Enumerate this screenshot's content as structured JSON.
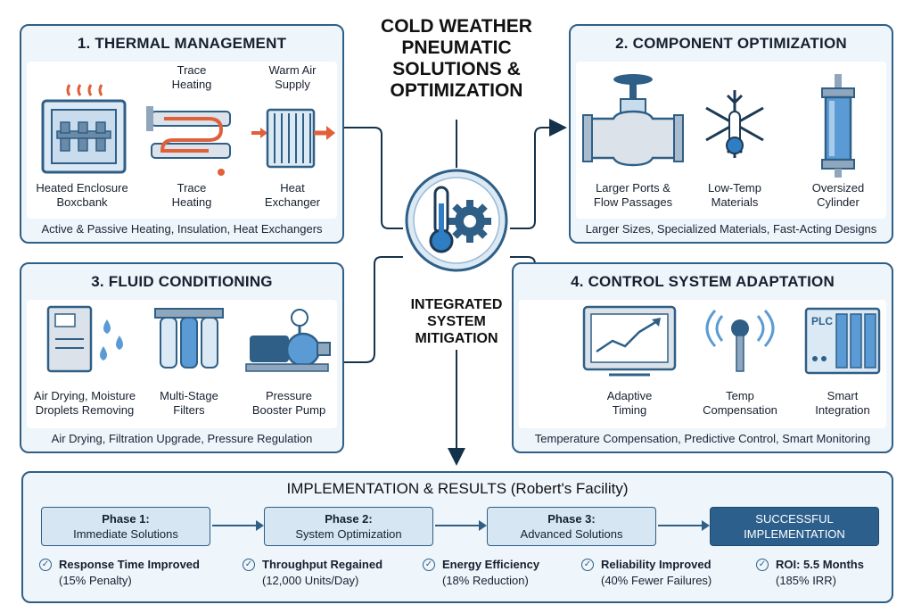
{
  "title": "COLD WEATHER PNEUMATIC SOLUTIONS & OPTIMIZATION",
  "title_lines": [
    "COLD WEATHER",
    "PNEUMATIC",
    "SOLUTIONS &",
    "OPTIMIZATION"
  ],
  "hub_label_lines": [
    "INTEGRATED",
    "SYSTEM",
    "MITIGATION"
  ],
  "panels": {
    "thermal": {
      "title": "1. THERMAL MANAGEMENT",
      "footer": "Active & Passive Heating, Insulation, Heat Exchangers",
      "items": [
        {
          "top": "",
          "bottom": [
            "Heated Enclosure",
            "Boxcbank"
          ],
          "icon": "heated-enclosure-icon"
        },
        {
          "top": [
            "Trace",
            "Heating"
          ],
          "bottom": [
            "Trace",
            "Heating"
          ],
          "icon": "trace-heating-icon"
        },
        {
          "top": [
            "Warm Air",
            "Supply"
          ],
          "bottom": [
            "Heat",
            "Exchanger"
          ],
          "icon": "heat-exchanger-icon"
        }
      ]
    },
    "component": {
      "title": "2. COMPONENT OPTIMIZATION",
      "footer": "Larger Sizes, Specialized Materials, Fast-Acting Designs",
      "items": [
        {
          "bottom": [
            "Larger Ports &",
            "Flow Passages"
          ],
          "icon": "valve-icon"
        },
        {
          "bottom": [
            "Low-Temp",
            "Materials"
          ],
          "icon": "snowflake-thermometer-icon"
        },
        {
          "bottom": [
            "Oversized",
            "Cylinder"
          ],
          "icon": "cylinder-icon"
        }
      ]
    },
    "fluid": {
      "title": "3. FLUID CONDITIONING",
      "footer": "Air Drying, Filtration Upgrade, Pressure Regulation",
      "items": [
        {
          "bottom": [
            "Air Drying, Moisture",
            "Droplets Removing"
          ],
          "icon": "air-dryer-icon"
        },
        {
          "bottom": [
            "Multi-Stage",
            "Filters"
          ],
          "icon": "filters-icon"
        },
        {
          "bottom": [
            "Pressure",
            "Booster Pump"
          ],
          "icon": "pump-icon"
        }
      ]
    },
    "control": {
      "title": "4. CONTROL SYSTEM ADAPTATION",
      "footer": "Temperature Compensation, Predictive Control, Smart Monitoring",
      "items": [
        {
          "bottom": [
            "Adaptive",
            "Timing"
          ],
          "icon": "monitor-chart-icon"
        },
        {
          "bottom": [
            "Temp",
            "Compensation"
          ],
          "icon": "temp-sensor-icon"
        },
        {
          "bottom": [
            "Smart",
            "Integration"
          ],
          "icon": "plc-icon",
          "plc_label": "PLC"
        }
      ]
    }
  },
  "results": {
    "title": "IMPLEMENTATION & RESULTS (Robert's Facility)",
    "phases": [
      {
        "name": "Phase 1:",
        "desc": "Immediate Solutions"
      },
      {
        "name": "Phase 2:",
        "desc": "System Optimization"
      },
      {
        "name": "Phase 3:",
        "desc": "Advanced Solutions"
      }
    ],
    "final": [
      "SUCCESSFUL",
      "IMPLEMENTATION"
    ],
    "outcomes": [
      {
        "name": "Response Time Improved",
        "desc": "(15% Penalty)"
      },
      {
        "name": "Throughput Regained",
        "desc": "(12,000 Units/Day)"
      },
      {
        "name": "Energy Efficiency",
        "desc": "(18% Reduction)"
      },
      {
        "name": "Reliability Improved",
        "desc": "(40% Fewer Failures)"
      },
      {
        "name": "ROI: 5.5 Months",
        "desc": "(185% IRR)"
      }
    ]
  },
  "colors": {
    "accent": "#2f5f86",
    "panel_bg": "#eef5fb",
    "final_phase": "#2c5f8c",
    "heat": "#e0603a"
  }
}
